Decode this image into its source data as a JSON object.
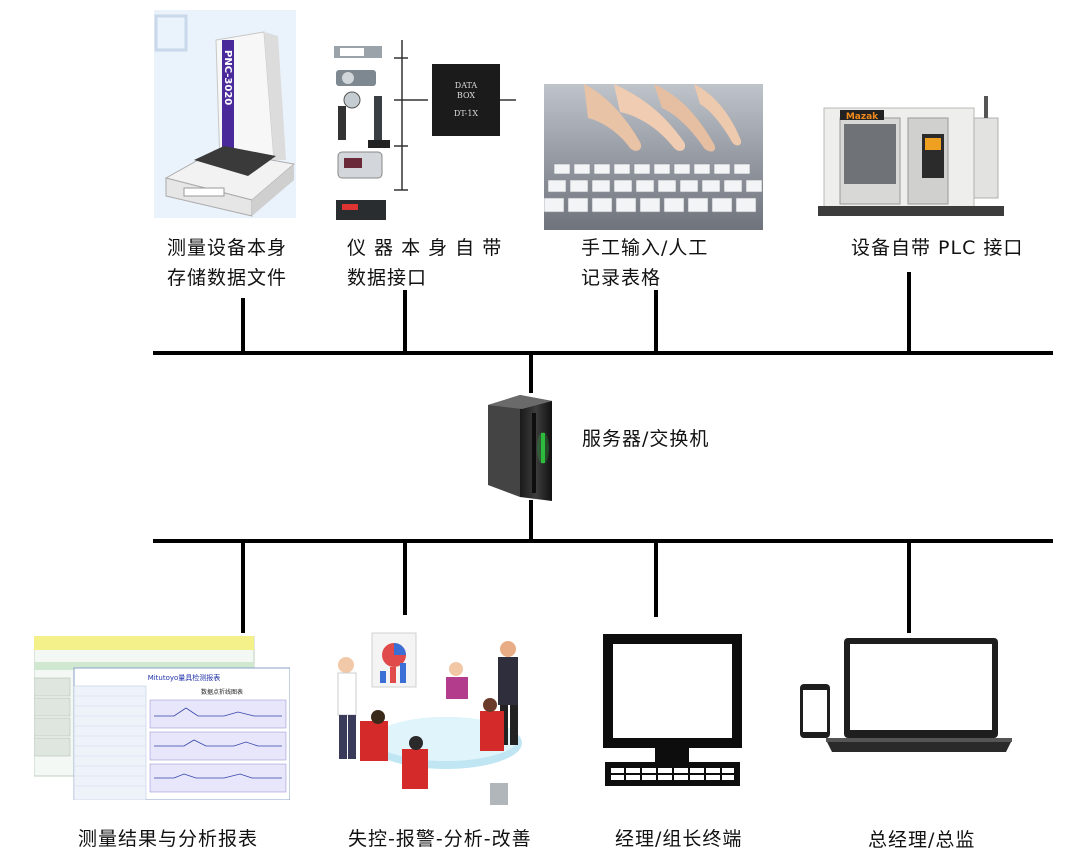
{
  "top_nodes": [
    {
      "line1": "测量设备本身",
      "line2": "存储数据文件",
      "image": "cmm-machine-image",
      "badge": "PNC-3020"
    },
    {
      "line1": "仪 器 本 身 自 带",
      "line2": "数据接口",
      "image": "instruments-data-box-image",
      "box_lines": [
        "DATA",
        "BOX",
        "DT-1X"
      ]
    },
    {
      "line1": "手工输入/人工",
      "line2": "记录表格",
      "image": "keyboard-hands-image"
    },
    {
      "line1": "设备自带 PLC 接口",
      "line2": "",
      "image": "cnc-machine-image",
      "brand": "Mazak"
    }
  ],
  "center": {
    "label": "服务器/交换机",
    "icon": "server-icon"
  },
  "bottom_nodes": [
    {
      "label": "测量结果与分析报表",
      "image": "report-spreadsheet-image",
      "report_title": "Mitutoyo量具检测报表",
      "chart_title": "数据点折线图表"
    },
    {
      "label": "失控-报警-分析-改善",
      "image": "team-meeting-image"
    },
    {
      "label": "经理/组长终端",
      "image": "desktop-monitor-icon"
    },
    {
      "label": "总经理/总监",
      "image": "laptop-phone-icon"
    }
  ],
  "colors": {
    "line": "#000000",
    "report_header": "#f4f08a",
    "led": "#2ecc40",
    "mazak_orange": "#f08a1c"
  }
}
